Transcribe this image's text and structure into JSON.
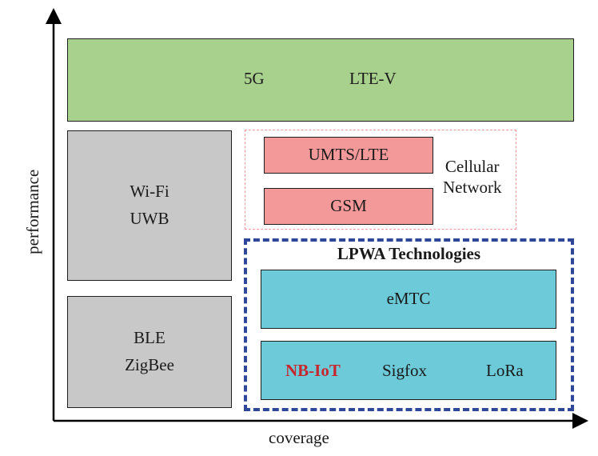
{
  "axes": {
    "x_label": "coverage",
    "y_label": "performance"
  },
  "cellular_5g": {
    "items": [
      "5G",
      "LTE-V"
    ],
    "fill": "#a9d18e"
  },
  "short_range": {
    "wifi_uwb": {
      "items": [
        "Wi-Fi",
        "UWB"
      ]
    },
    "ble_zigbee": {
      "items": [
        "BLE",
        "ZigBee"
      ]
    },
    "fill": "#c8c8c8"
  },
  "cellular_network": {
    "label_lines": [
      "Cellular",
      "Network"
    ],
    "items": [
      "UMTS/LTE",
      "GSM"
    ],
    "fill": "#f4999a",
    "border": "#f4999a"
  },
  "lpwa": {
    "title": "LPWA Technologies",
    "emtc": "eMTC",
    "items": [
      "NB-IoT",
      "Sigfox",
      "LoRa"
    ],
    "highlight": "NB-IoT",
    "highlight_color": "#c8262c",
    "fill": "#6ccad9",
    "border": "#2e4799"
  }
}
